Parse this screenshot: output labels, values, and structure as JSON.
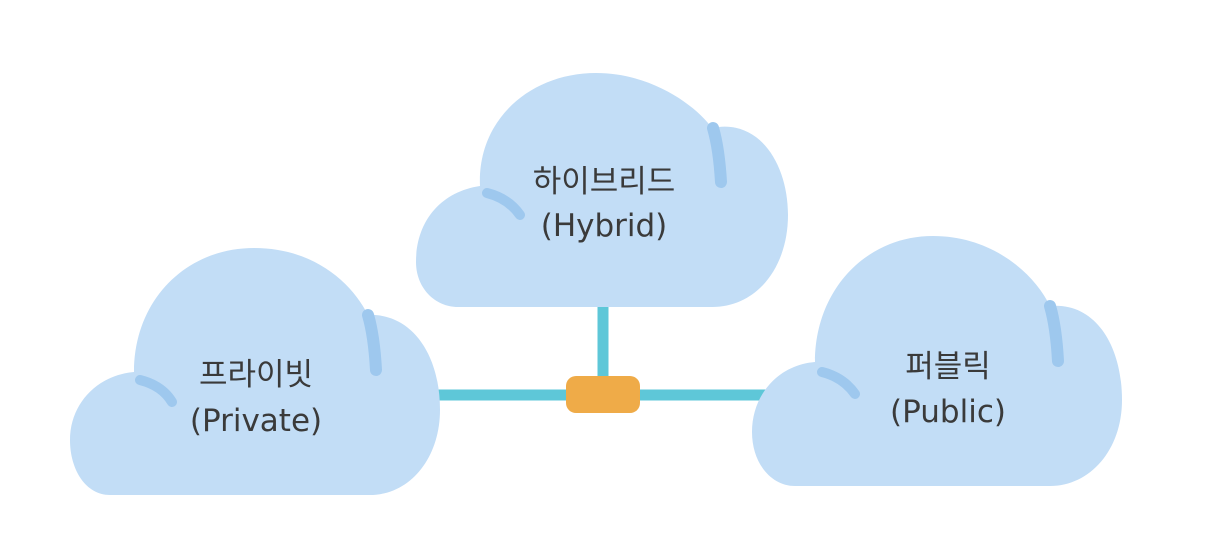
{
  "diagram": {
    "clouds": {
      "hybrid": {
        "label_ko": "하이브리드",
        "label_en": "(Hybrid)"
      },
      "private": {
        "label_ko": "프라이빗",
        "label_en": "(Private)"
      },
      "public": {
        "label_ko": "퍼블릭",
        "label_en": "(Public)"
      }
    },
    "colors": {
      "cloud": "#c2ddf6",
      "cloud_crease": "#9ec8ee",
      "connector": "#5ec7d8",
      "hub": "#efab48",
      "text": "#3a3a3a"
    }
  }
}
